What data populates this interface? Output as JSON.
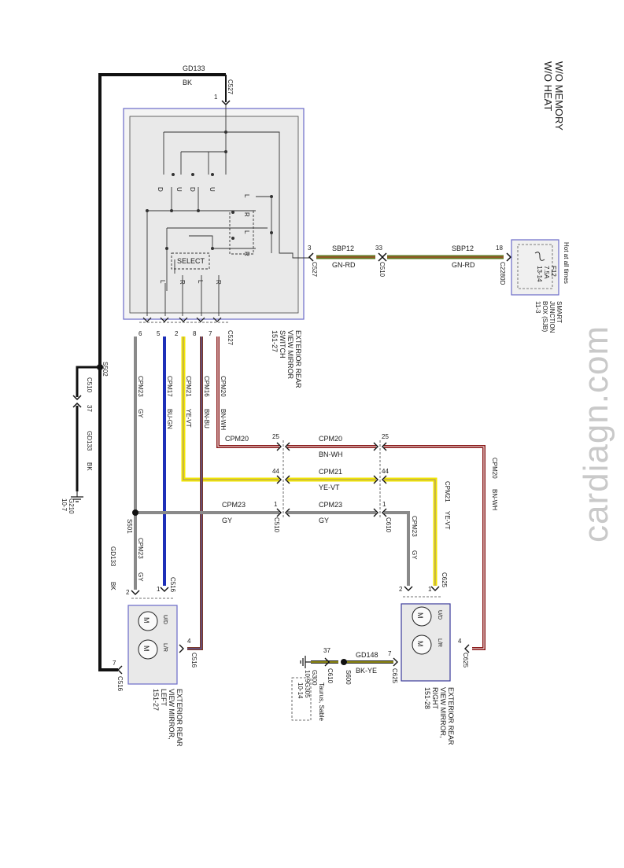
{
  "title": {
    "line1": "W/O MEMORY",
    "line2": "W/O HEAT"
  },
  "watermark": "cardiagn.com",
  "colors": {
    "black": "#111111",
    "gn_rd": "#5f7a22",
    "gn_rd_stripe": "#c0392b",
    "bu_gn": "#1d2fb8",
    "ye_vt": "#f2e600",
    "bn_bu": "#7b3a2a",
    "bn_wh": "#8a1a1a",
    "gy": "#8a8a8a",
    "bk_ye": "#2a2a2a",
    "module_border": "#6a6ac8",
    "module_fill": "#ececec"
  },
  "sjb": {
    "hot": "Hot at all times",
    "fuse": "F12",
    "amps": "7.5A",
    "ref": "13-14",
    "name1": "SMART",
    "name2": "JUNCTION",
    "name3": "BOX (SJB)",
    "page": "11-3",
    "pin": "18",
    "connector": "C2280D"
  },
  "sbp12_right": {
    "circuit": "SBP12",
    "color": "GN-RD"
  },
  "sbp12_left": {
    "circuit": "SBP12",
    "color": "GN-RD"
  },
  "c510_sbp": {
    "pin": "33",
    "connector": "C510"
  },
  "c527_sbp": {
    "pin": "3",
    "connector": "C527"
  },
  "ground_top": {
    "circuit": "GD133",
    "color": "BK",
    "pin": "1",
    "connector": "C527"
  },
  "switch": {
    "name1": "EXTERIOR REAR",
    "name2": "VIEW MIRROR",
    "name3": "SWITCH",
    "page": "151-27",
    "connector": "C527",
    "select_label": "SELECT",
    "pins": [
      "6",
      "5",
      "2",
      "8",
      "7"
    ],
    "contact_labels": {
      "d": "D",
      "u": "U",
      "l": "L",
      "r": "R"
    }
  },
  "s502": {
    "name": "S502",
    "c510": "C510",
    "c510_pin": "37",
    "circuit": "GD133",
    "color": "BK"
  },
  "g210": {
    "name": "G210",
    "page": "10-7"
  },
  "gd133_left": {
    "circuit": "GD133",
    "color": "BK"
  },
  "wires": [
    {
      "circuit": "CPM23",
      "color": "GY"
    },
    {
      "circuit": "CPM17",
      "color": "BU-GN"
    },
    {
      "circuit": "CPM21",
      "color": "YE-VT"
    },
    {
      "circuit": "CPM16",
      "color": "BN-BU"
    },
    {
      "circuit": "CPM20",
      "color": "BN-WH"
    }
  ],
  "h_wires": {
    "cpm20": {
      "circuit": "CPM20",
      "color": "BN-WH",
      "pin": "25"
    },
    "cpm21": {
      "circuit": "CPM21",
      "color": "YE-VT",
      "pin": "44"
    },
    "cpm23": {
      "circuit": "CPM23",
      "color": "GY",
      "pin": "1"
    }
  },
  "c510": "C510",
  "c610": "C610",
  "s501": {
    "name": "S501",
    "circuit": "CPM23",
    "color": "GY"
  },
  "right_vert": {
    "cpm20": {
      "circuit": "CPM20",
      "color": "BN-WH"
    },
    "cpm21": {
      "circuit": "CPM21",
      "color": "YE-VT"
    },
    "cpm23": {
      "circuit": "CPM23",
      "color": "GY"
    }
  },
  "left_mirror": {
    "name1": "EXTERIOR REAR",
    "name2": "VIEW MIRROR,",
    "name3": "LEFT",
    "page": "151-27",
    "connector": "C516",
    "pin_gy": "2",
    "pin_bu": "1",
    "pin_bn": "4",
    "pin_gnd": "7",
    "motor": "M",
    "ud": "U/D",
    "lr": "L/R"
  },
  "right_mirror": {
    "name1": "EXTERIOR REAR",
    "name2": "VIEW MIRROR,",
    "name3": "RIGHT",
    "page": "151-28",
    "connector": "C625",
    "pin_gy": "2",
    "pin_ye": "1",
    "pin_bn": "4",
    "pin_gnd": "7",
    "motor": "M",
    "ud": "U/D",
    "lr": "L/R"
  },
  "gd148": {
    "circuit": "GD148",
    "color": "BK-YE",
    "splice": "S600",
    "pin": "37",
    "c610": "C610"
  },
  "g300": {
    "name": "G300",
    "page": "10-9",
    "alt_name": "G305",
    "alt_page": "10-14",
    "note": "Taurus, Sable"
  }
}
